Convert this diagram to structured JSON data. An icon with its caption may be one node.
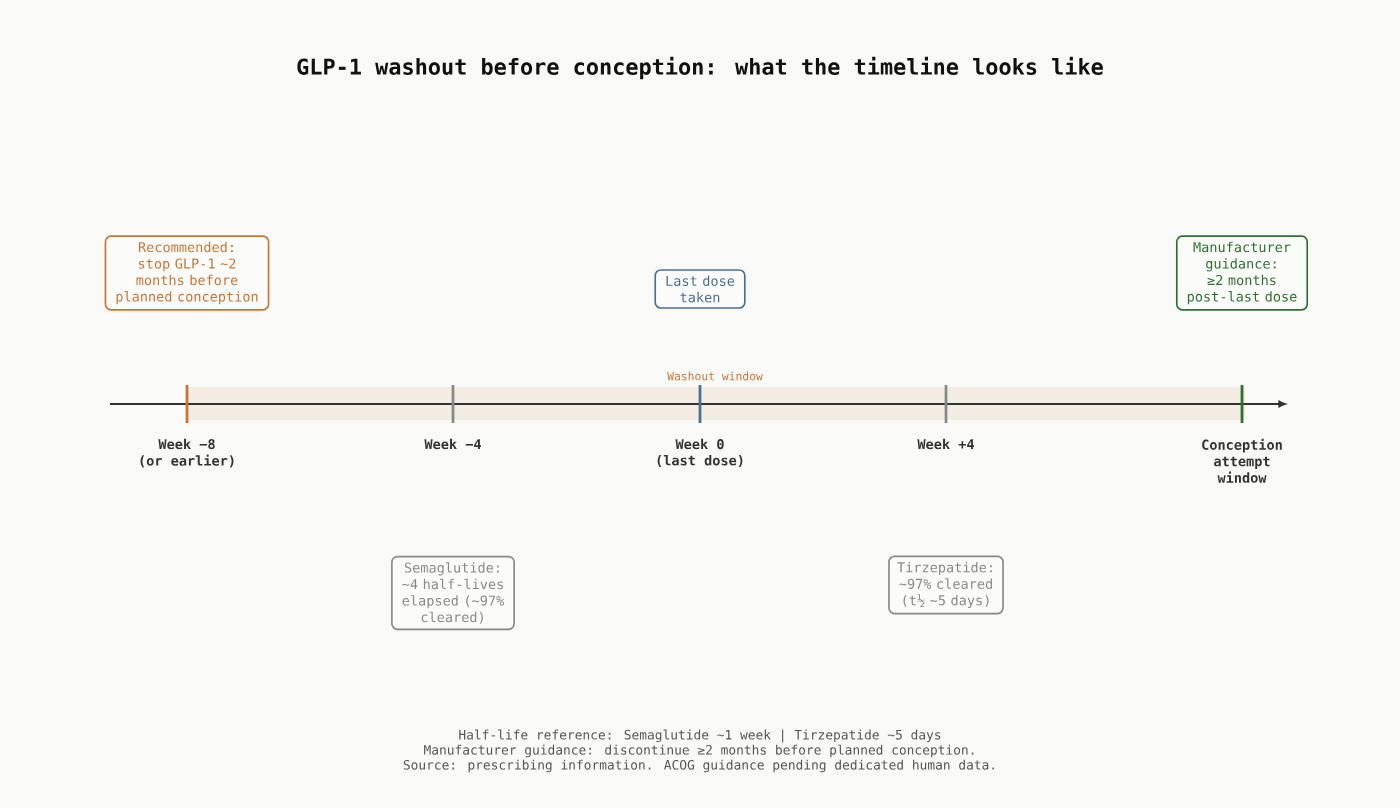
{
  "diagram": {
    "title": "GLP-1 washout before conception: what the timeline looks like",
    "nodes": [
      {
        "text": [
          "Recommended: stop GLP-1 ~2 months before planned conception"
        ]
      },
      {
        "text": [
          "Manufacturer guidance: ≥2 months post-last dose"
        ]
      },
      {
        "text": [
          "Last dose taken"
        ]
      },
      {
        "text": [
          "Semaglutide: ~4 half-lives elapsed (~97% cleared)"
        ]
      },
      {
        "text": [
          "Tirzepatide: ~97% cleared (t½ ~5 days)"
        ]
      }
    ],
    "labels": [
      "Washout window",
      "Week −8",
      "(or earlier)",
      "Week −4",
      "Week 0",
      "(last dose)",
      "Week +4",
      "Conception attempt window",
      "Half-life reference:  Semaglutide ~1 week  |  Tirzepatide ~5 days",
      "Manufacturer guidance: discontinue ≥2 months before planned conception.",
      "Source: prescribing information. ACOG guidance pending dedicated human data."
    ]
  }
}
